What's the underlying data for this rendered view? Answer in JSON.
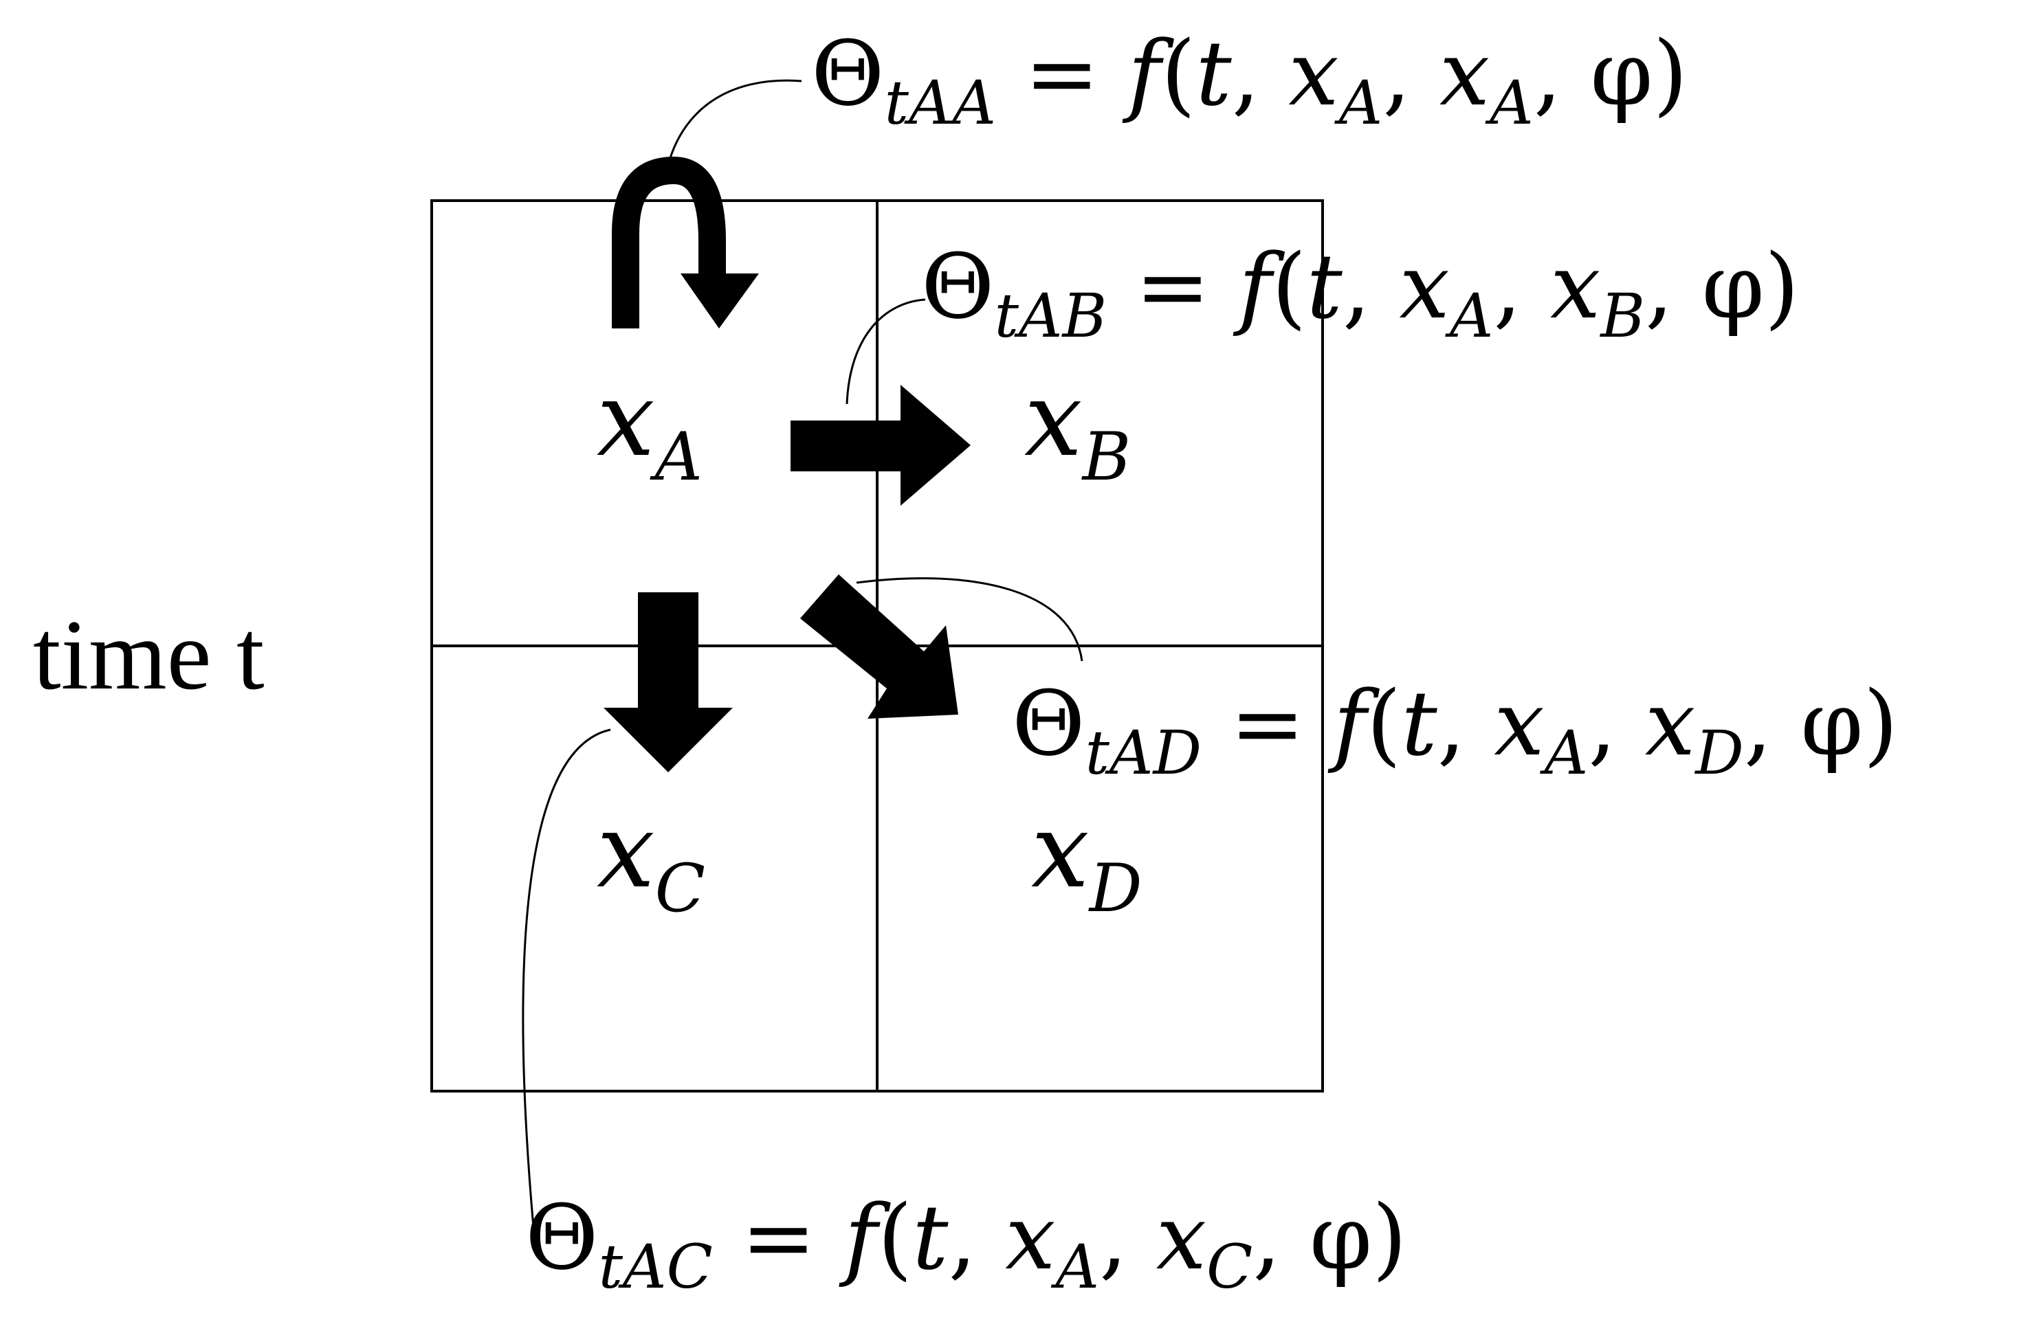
{
  "axis_label": "time t",
  "cells": [
    {
      "id": "A",
      "var": "x",
      "sub": "A"
    },
    {
      "id": "B",
      "var": "x",
      "sub": "B"
    },
    {
      "id": "C",
      "var": "x",
      "sub": "C"
    },
    {
      "id": "D",
      "var": "x",
      "sub": "D"
    }
  ],
  "equations": [
    {
      "id": "AA",
      "theta": "Θ",
      "sub": "tAA",
      "rhs_prefix": " = ",
      "f": "f",
      "open": "(",
      "t": "t",
      "c1": ", ",
      "x1": "x",
      "x1sub": "A",
      "c2": ", ",
      "x2": "x",
      "x2sub": "A",
      "c3": ", ",
      "phi": "φ",
      "close": ")"
    },
    {
      "id": "AB",
      "theta": "Θ",
      "sub": "tAB",
      "rhs_prefix": " = ",
      "f": "f",
      "open": "(",
      "t": "t",
      "c1": ", ",
      "x1": "x",
      "x1sub": "A",
      "c2": ", ",
      "x2": "x",
      "x2sub": "B",
      "c3": ", ",
      "phi": "φ",
      "close": ")"
    },
    {
      "id": "AD",
      "theta": "Θ",
      "sub": "tAD",
      "rhs_prefix": " = ",
      "f": "f",
      "open": "(",
      "t": "t",
      "c1": ", ",
      "x1": "x",
      "x1sub": "A",
      "c2": ", ",
      "x2": "x",
      "x2sub": "D",
      "c3": ", ",
      "phi": "φ",
      "close": ")"
    },
    {
      "id": "AC",
      "theta": "Θ",
      "sub": "tAC",
      "rhs_prefix": " = ",
      "f": "f",
      "open": "(",
      "t": "t",
      "c1": ", ",
      "x1": "x",
      "x1sub": "A",
      "c2": ", ",
      "x2": "x",
      "x2sub": "C",
      "c3": ", ",
      "phi": "φ",
      "close": ")"
    }
  ],
  "colors": {
    "ink": "#000000",
    "background": "#ffffff"
  }
}
